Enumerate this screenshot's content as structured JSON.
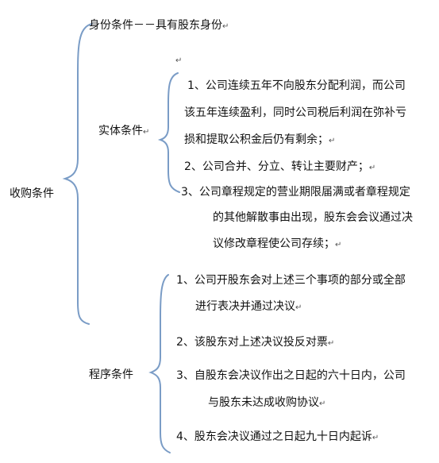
{
  "root": "收购条件",
  "identity": "身份条件－－具有股东身份",
  "substantive": {
    "label": "实体条件",
    "items": [
      [
        "1、公司连续五年不向股东分配利润，而公司",
        "该五年连续盈利，同时公司税后利润在弥补亏",
        "损和提取公积金后仍有剩余；"
      ],
      [
        "2、公司合并、分立、转让主要财产；"
      ],
      [
        "3、公司章程规定的营业期限届满或者章程规定",
        "的其他解散事由出现，股东会会议通过决",
        "议修改章程使公司存续；"
      ]
    ]
  },
  "procedural": {
    "label": "程序条件",
    "items": [
      [
        "1、公司开股东会对上述三个事项的部分或全部",
        "进行表决并通过决议"
      ],
      [
        "2、该股东对上述决议投反对票"
      ],
      [
        "3、自股东会决议作出之日起的六十日内，公司",
        "与股东未达成收购协议"
      ],
      [
        "4、股东会决议通过之日起九十日内起诉"
      ]
    ]
  },
  "mark": "↵"
}
